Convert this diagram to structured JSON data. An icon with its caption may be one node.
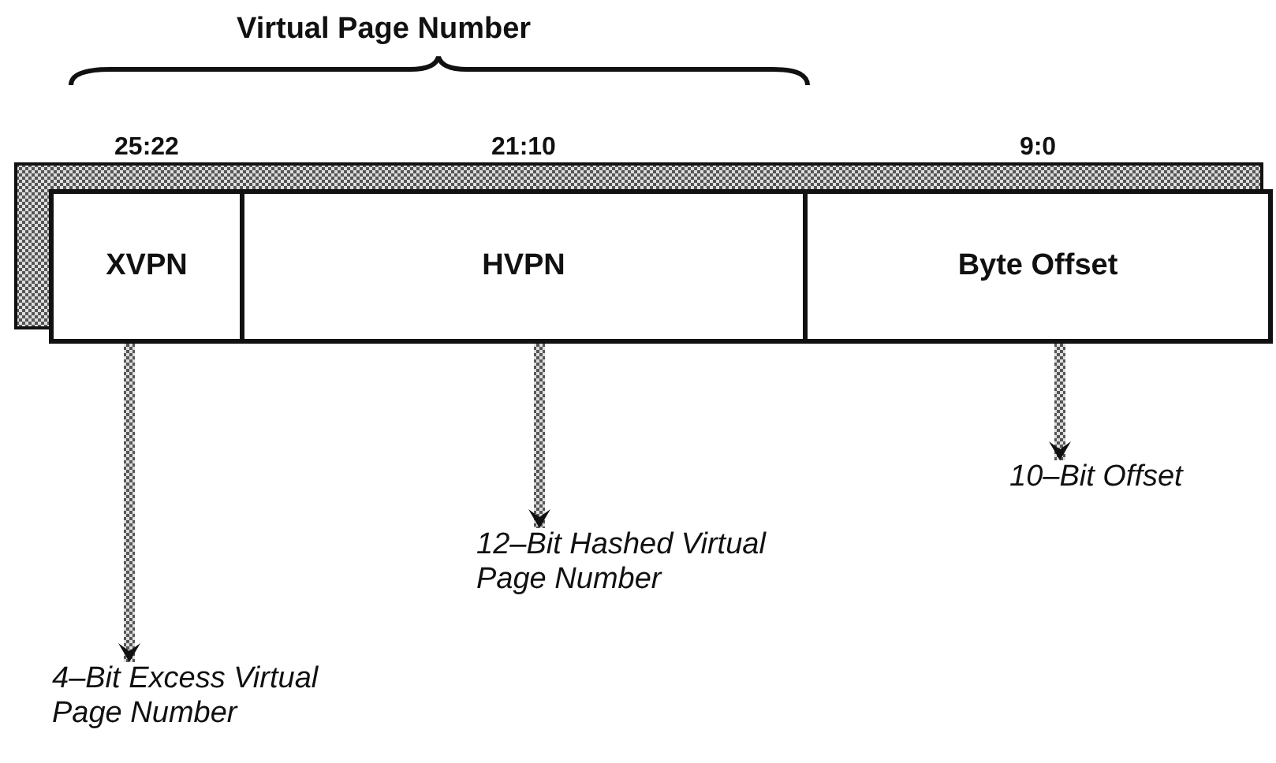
{
  "diagram": {
    "nodes": [
      {
        "text": [
          "XVPN"
        ],
        "beside": [
          "25:22"
        ]
      },
      {
        "text": [
          "HVPN"
        ],
        "beside": [
          "21:10"
        ]
      },
      {
        "text": [
          "Byte Offset"
        ],
        "beside": [
          "9:0"
        ]
      },
      {
        "text": [
          "4–Bit Excess Virtual Page Number"
        ]
      },
      {
        "text": [
          "12–Bit Hashed Virtual Page Number"
        ]
      },
      {
        "text": [
          "10–Bit Offset"
        ]
      }
    ],
    "edges": [
      {
        "from": 0,
        "to": 3,
        "arrow": "to",
        "style": "thick"
      },
      {
        "from": 1,
        "to": 4,
        "arrow": "to",
        "style": "thick"
      },
      {
        "from": 2,
        "to": 5,
        "arrow": "to",
        "style": "thick"
      }
    ],
    "labels": [
      "Virtual Page Number"
    ]
  }
}
